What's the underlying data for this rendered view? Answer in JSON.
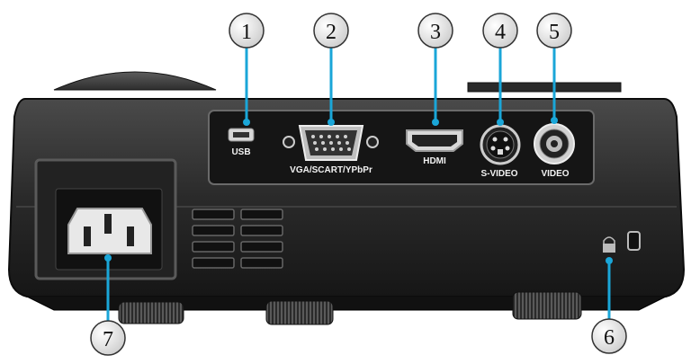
{
  "diagram": {
    "callouts": [
      {
        "number": "1",
        "port": "USB"
      },
      {
        "number": "2",
        "port": "VGA/SCART/YPbPr"
      },
      {
        "number": "3",
        "port": "HDMI"
      },
      {
        "number": "4",
        "port": "S-VIDEO"
      },
      {
        "number": "5",
        "port": "VIDEO"
      },
      {
        "number": "6",
        "port": "kensington-lock"
      },
      {
        "number": "7",
        "port": "power-socket"
      }
    ],
    "port_labels": {
      "usb": "USB",
      "vga": "VGA/SCART/YPbPr",
      "hdmi": "HDMI",
      "svideo": "S-VIDEO",
      "video": "VIDEO"
    },
    "colors": {
      "leader_line": "#1aa6d8",
      "callout_fill": "#e4e4e4",
      "callout_stroke": "#333333",
      "body_dark": "#1b1b1b",
      "body_mid": "#3a3a3a"
    }
  }
}
